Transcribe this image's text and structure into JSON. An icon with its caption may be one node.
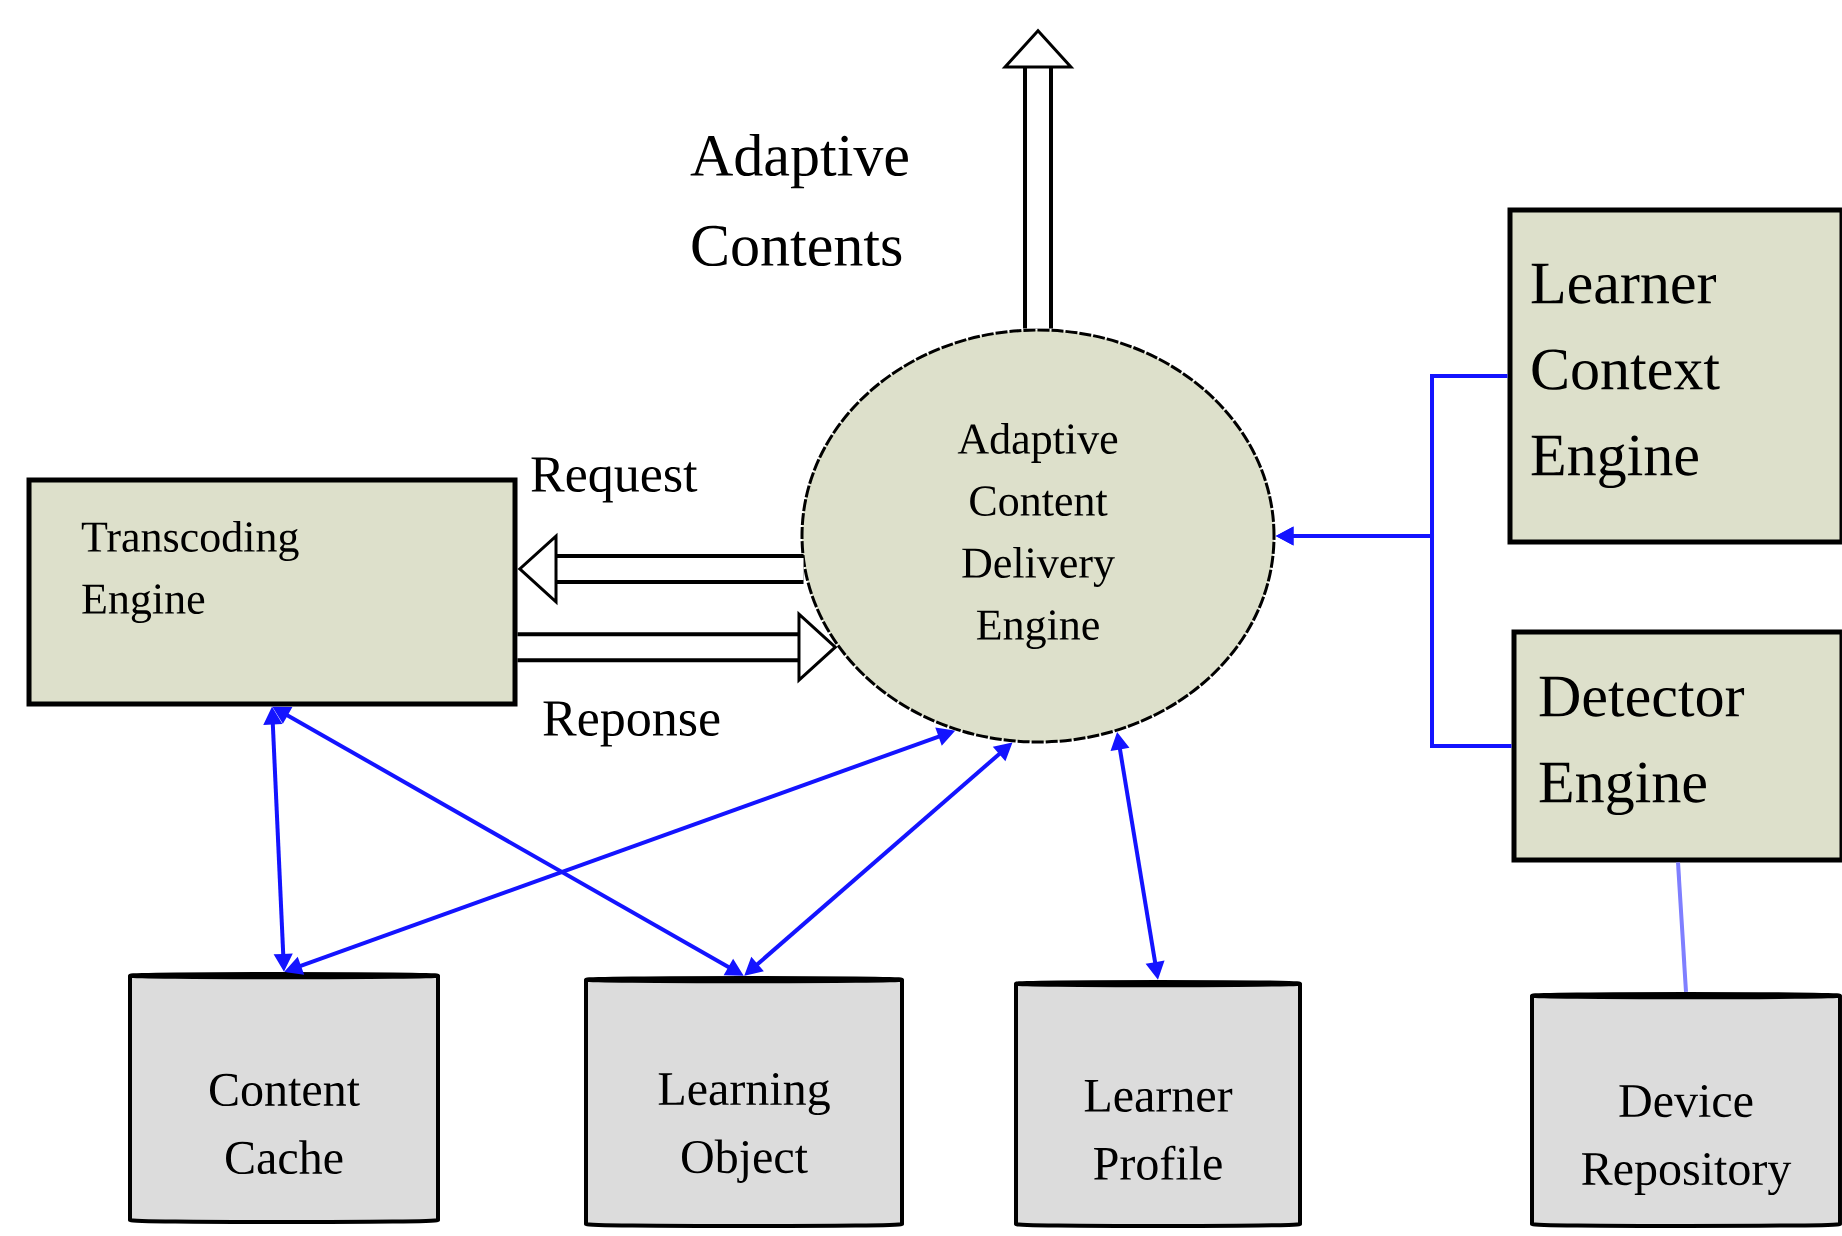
{
  "diagram": {
    "nodes": [
      {
        "text": [
          "Transcoding Engine"
        ]
      },
      {
        "text": [
          "Adaptive Content Delivery Engine"
        ]
      },
      {
        "text": [
          "Learner Context Engine"
        ]
      },
      {
        "text": [
          "Detector Engine"
        ]
      },
      {
        "text": [
          "Content Cache"
        ]
      },
      {
        "text": [
          "Learning Object"
        ]
      },
      {
        "text": [
          "Learner Profile"
        ]
      },
      {
        "text": [
          "Device Repository"
        ]
      }
    ],
    "edges": [
      {
        "from": 1,
        "to": null,
        "arrow": "to",
        "label": "Adaptive Contents",
        "style": "thick",
        "color": "#000000"
      },
      {
        "from": 1,
        "to": 0,
        "arrow": "to",
        "label": "Request",
        "style": "thick",
        "color": "#000000"
      },
      {
        "from": 0,
        "to": 1,
        "arrow": "to",
        "label": "Reponse",
        "style": "thick",
        "color": "#000000"
      },
      {
        "from": 0,
        "to": 4,
        "arrow": "both"
      },
      {
        "from": 0,
        "to": 5,
        "arrow": "both"
      },
      {
        "from": 1,
        "to": 4,
        "arrow": "both"
      },
      {
        "from": 1,
        "to": 5,
        "arrow": "both"
      },
      {
        "from": 1,
        "to": 6,
        "arrow": "both"
      },
      {
        "from": 2,
        "to": 1,
        "arrow": "to"
      },
      {
        "from": 3,
        "to": 1,
        "arrow": "to"
      },
      {
        "from": 3,
        "to": 7,
        "arrow": "none",
        "color": "#7f7fff"
      }
    ]
  }
}
